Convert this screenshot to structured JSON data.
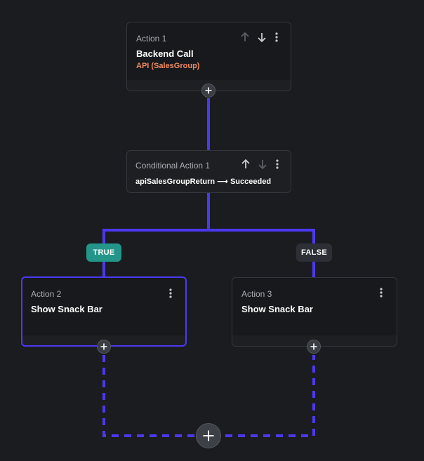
{
  "colors": {
    "background": "#1b1c1f",
    "connector": "#4b39ef",
    "api_text": "#ee8b60",
    "true_badge": "#249689",
    "false_badge": "#2c3036"
  },
  "action1": {
    "label": "Action 1",
    "title": "Backend Call",
    "subtitle": "API (SalesGroup)"
  },
  "conditional": {
    "label": "Conditional Action 1",
    "condition": "apiSalesGroupReturn ⟶ Succeeded"
  },
  "branches": {
    "true_label": "TRUE",
    "false_label": "FALSE"
  },
  "action2": {
    "label": "Action 2",
    "title": "Show Snack Bar"
  },
  "action3": {
    "label": "Action 3",
    "title": "Show Snack Bar"
  },
  "icons": {
    "move_up": "arrow-up-icon",
    "move_down": "arrow-down-icon",
    "more": "more-vertical-icon",
    "add": "plus-icon"
  }
}
